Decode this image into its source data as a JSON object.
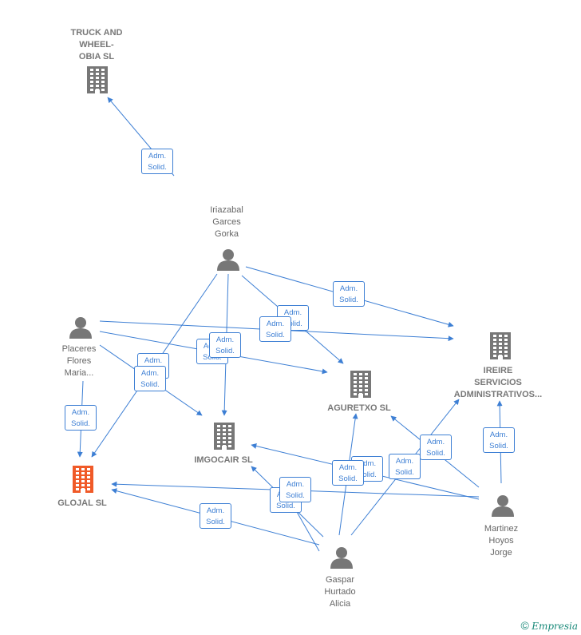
{
  "colors": {
    "edge": "#3d7fd4",
    "company": "#777777",
    "highlight": "#f05a28",
    "person": "#777777"
  },
  "nodes": {
    "truck": {
      "label": "TRUCK AND WHEEL-OBIA SL",
      "lines": [
        "TRUCK AND",
        "WHEEL-",
        "OBIA SL"
      ],
      "type": "company"
    },
    "iriazabal": {
      "label": "Iriazabal Garces Gorka",
      "lines": [
        "Iriazabal",
        "Garces",
        "Gorka"
      ],
      "type": "person"
    },
    "placeres": {
      "label": "Placeres Flores Maria...",
      "lines": [
        "Placeres",
        "Flores",
        "Maria..."
      ],
      "type": "person"
    },
    "ireire": {
      "label": "IREIRE SERVICIOS ADMINISTRATIVOS...",
      "lines": [
        "IREIRE",
        "SERVICIOS",
        "ADMINISTRATIVOS..."
      ],
      "type": "company"
    },
    "aguretxo": {
      "label": "AGURETXO SL",
      "lines": [
        "AGURETXO  SL"
      ],
      "type": "company"
    },
    "imgocair": {
      "label": "IMGOCAIR SL",
      "lines": [
        "IMGOCAIR SL"
      ],
      "type": "company"
    },
    "glojal": {
      "label": "GLOJAL SL",
      "lines": [
        "GLOJAL  SL"
      ],
      "type": "company-highlight"
    },
    "martinez": {
      "label": "Martinez Hoyos Jorge",
      "lines": [
        "Martinez",
        "Hoyos",
        "Jorge"
      ],
      "type": "person"
    },
    "gaspar": {
      "label": "Gaspar Hurtado Alicia",
      "lines": [
        "Gaspar",
        "Hurtado",
        "Alicia"
      ],
      "type": "person"
    }
  },
  "edge_label": [
    "Adm.",
    "Solid."
  ],
  "footer": {
    "copyright": "©",
    "brand": "Empresia"
  }
}
